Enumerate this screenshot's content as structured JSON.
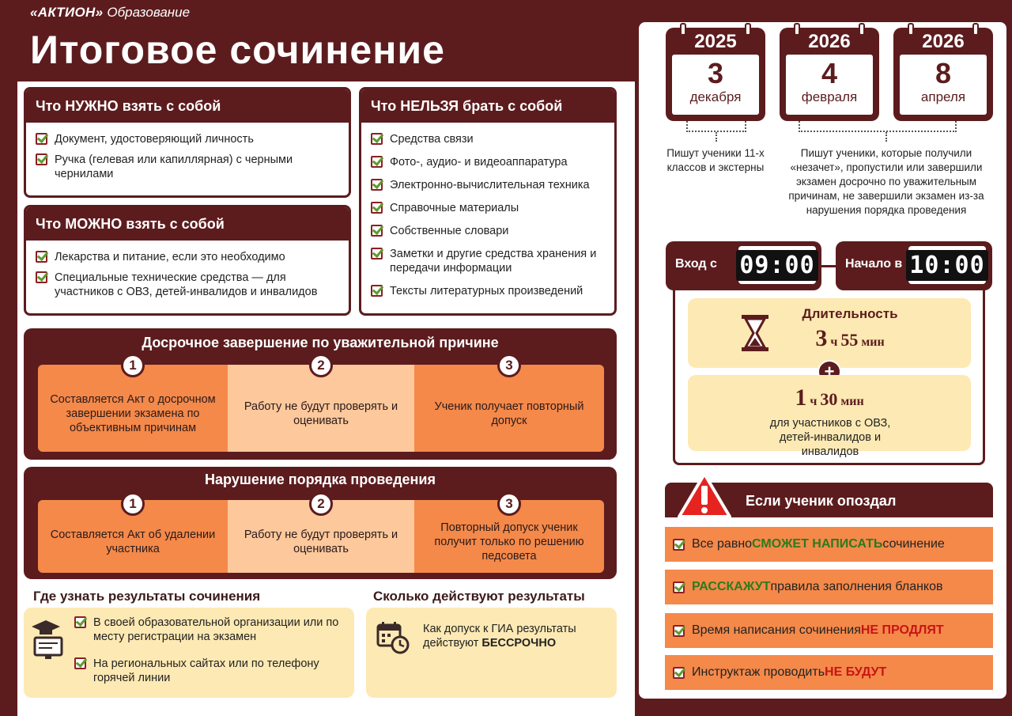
{
  "brand": {
    "name": "«АКТИОН»",
    "sub": "Образование"
  },
  "title": "Итоговое сочинение",
  "need": {
    "title": "Что НУЖНО взять с собой",
    "items": [
      "Документ, удостоверяющий личность",
      "Ручка (гелевая или капиллярная) с черными чернилами"
    ]
  },
  "can": {
    "title": "Что МОЖНО взять с собой",
    "items": [
      "Лекарства и питание, если это необходимо",
      "Специальные технические средства — для участников с ОВЗ, детей-инвалидов и инвалидов"
    ]
  },
  "forbidden": {
    "title": "Что НЕЛЬЗЯ брать с собой",
    "items": [
      "Средства связи",
      "Фото-, аудио- и видеоаппаратура",
      "Электронно-вычислительная техника",
      "Справочные материалы",
      "Собственные словари",
      "Заметки и другие средства хранения и передачи информации",
      "Тексты литературных произведений"
    ]
  },
  "early": {
    "title": "Досрочное завершение по уважительной причине",
    "steps": [
      {
        "num": "1",
        "text": "Составляется Акт о досрочном завершении экзамена по объективным причинам"
      },
      {
        "num": "2",
        "text": "Работу не будут проверять и оценивать"
      },
      {
        "num": "3",
        "text": "Ученик получает повторный допуск"
      }
    ]
  },
  "violation": {
    "title": "Нарушение порядка проведения",
    "steps": [
      {
        "num": "1",
        "text": "Составляется Акт об удалении участника"
      },
      {
        "num": "2",
        "text": "Работу не будут проверять и оценивать"
      },
      {
        "num": "3",
        "text": "Повторный допуск ученик получит только по решению педсовета"
      }
    ]
  },
  "results_where": {
    "title": "Где узнать результаты сочинения",
    "items": [
      "В своей образовательной организации или по месту регистрации на экзамен",
      "На региональных сайтах или по телефону горячей линии"
    ]
  },
  "results_valid": {
    "title": "Сколько действуют результаты",
    "text": "Как допуск к ГИА результаты действуют",
    "highlight": "БЕССРОЧНО"
  },
  "dates": [
    {
      "year": "2025",
      "day": "3",
      "month": "декабря"
    },
    {
      "year": "2026",
      "day": "4",
      "month": "февраля"
    },
    {
      "year": "2026",
      "day": "8",
      "month": "апреля"
    }
  ],
  "date_notes": {
    "first": "Пишут ученики 11-х классов и экстерны",
    "second": "Пишут ученики, которые получили «незачет», пропустили или завершили экзамен досрочно по уважительным причинам, не завершили экзамен из-за нарушения порядка проведения"
  },
  "entry": {
    "label": "Вход с",
    "time": "09:00"
  },
  "start": {
    "label": "Начало в",
    "time": "10:00"
  },
  "duration": {
    "title": "Длительность",
    "main_h": "3",
    "main_h_unit": "ч",
    "main_m": "55",
    "main_m_unit": "мин",
    "plus": "+",
    "extra_h": "1",
    "extra_h_unit": "ч",
    "extra_m": "30",
    "extra_m_unit": "мин",
    "extra_note": "для участников с ОВЗ, детей-инвалидов и инвалидов"
  },
  "late": {
    "title": "Если ученик опоздал",
    "items": [
      {
        "pre": "Все равно ",
        "hl": "СМОЖЕТ НАПИСАТЬ",
        "post": " сочинение",
        "color": "green"
      },
      {
        "pre": "",
        "hl": "РАССКАЖУТ",
        "post": " правила заполнения бланков",
        "color": "green"
      },
      {
        "pre": "Время написания сочинения ",
        "hl": "НЕ ПРОДЛЯТ",
        "post": "",
        "color": "red"
      },
      {
        "pre": "Инструктаж проводить ",
        "hl": "НЕ БУДУТ",
        "post": "",
        "color": "red"
      }
    ]
  },
  "colors": {
    "maroon": "#5c1c1e",
    "orange": "#f4894a",
    "light_orange": "#fcc89c",
    "yellow": "#fde9b3",
    "green": "#2d7a1d",
    "red": "#c81414"
  }
}
